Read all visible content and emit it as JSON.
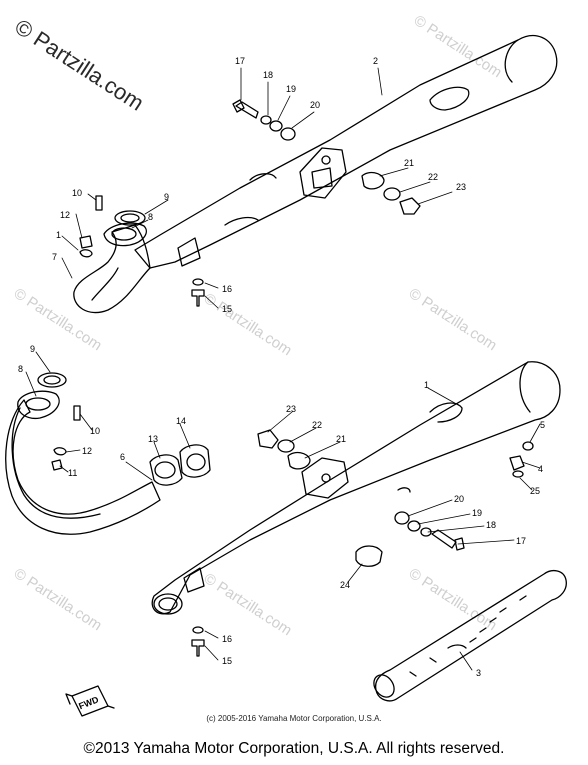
{
  "watermarks": {
    "main": "© Partzilla.com",
    "repeat": "© Partzilla.com"
  },
  "callouts": {
    "upper": {
      "n1": "1",
      "n2": "2",
      "n7": "7",
      "n8": "8",
      "n9": "9",
      "n10": "10",
      "n12": "12",
      "n15": "15",
      "n16": "16",
      "n17": "17",
      "n18": "18",
      "n19": "19",
      "n20": "20",
      "n21": "21",
      "n22": "22",
      "n23": "23"
    },
    "lower": {
      "n1": "1",
      "n3": "3",
      "n4": "4",
      "n5": "5",
      "n6": "6",
      "n8": "8",
      "n9": "9",
      "n10": "10",
      "n11": "11",
      "n12": "12",
      "n13": "13",
      "n14": "14",
      "n15": "15",
      "n16": "16",
      "n17": "17",
      "n18": "18",
      "n19": "19",
      "n20": "20",
      "n21": "21",
      "n22": "22",
      "n23": "23",
      "n24": "24",
      "n25": "25"
    }
  },
  "fwd_label": "FWD",
  "small_copyright": "(c) 2005-2016 Yamaha Motor Corporation, U.S.A.",
  "footer_copyright": "©2013 Yamaha Motor Corporation, U.S.A. All rights reserved."
}
